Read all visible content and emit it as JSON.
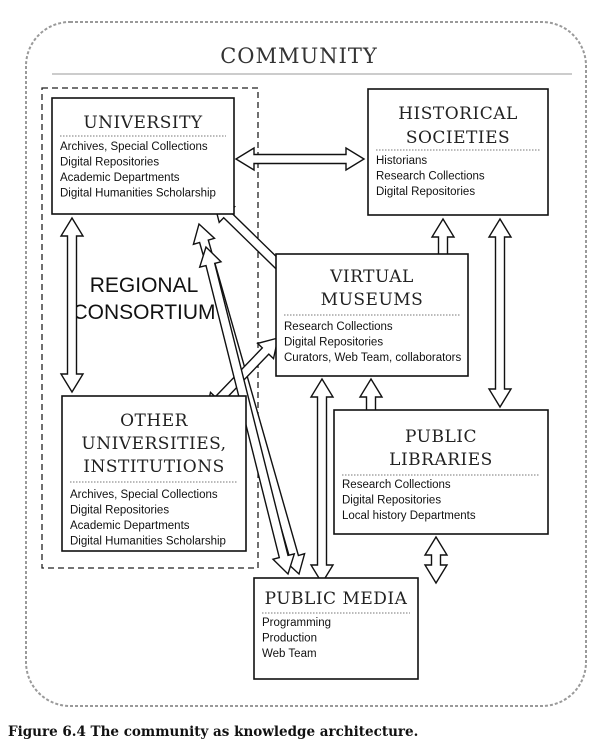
{
  "community": {
    "title": "COMMUNITY"
  },
  "consortium": {
    "line1": "REGIONAL",
    "line2": "CONSORTIUM"
  },
  "nodes": {
    "university": {
      "title": [
        "UNIVERSITY"
      ],
      "items": [
        "Archives, Special Collections",
        "Digital Repositories",
        "Academic Departments",
        "Digital Humanities Scholarship"
      ]
    },
    "historical": {
      "title": [
        "HISTORICAL",
        "SOCIETIES"
      ],
      "items": [
        "Historians",
        "Research Collections",
        "Digital Repositories"
      ]
    },
    "virtual": {
      "title": [
        "VIRTUAL",
        "MUSEUMS"
      ],
      "items": [
        "Research Collections",
        "Digital Repositories",
        "Curators, Web Team, collaborators"
      ]
    },
    "other": {
      "title": [
        "OTHER",
        "UNIVERSITIES,",
        "INSTITUTIONS"
      ],
      "items": [
        "Archives, Special Collections",
        "Digital Repositories",
        "Academic Departments",
        "Digital Humanities Scholarship"
      ]
    },
    "libraries": {
      "title": [
        "PUBLIC",
        "LIBRARIES"
      ],
      "items": [
        "Research Collections",
        "Digital Repositories",
        "Local history Departments"
      ]
    },
    "media": {
      "title": [
        "PUBLIC MEDIA"
      ],
      "items": [
        "Programming",
        "Production",
        "Web Team"
      ]
    }
  },
  "edges": [
    {
      "from": "university",
      "to": "historical"
    },
    {
      "from": "university",
      "to": "other"
    },
    {
      "from": "university",
      "to": "virtual"
    },
    {
      "from": "university",
      "to": "media"
    },
    {
      "from": "historical",
      "to": "virtual"
    },
    {
      "from": "historical",
      "to": "libraries"
    },
    {
      "from": "virtual",
      "to": "other"
    },
    {
      "from": "virtual",
      "to": "libraries"
    },
    {
      "from": "virtual",
      "to": "media"
    },
    {
      "from": "other",
      "to": "media"
    },
    {
      "from": "libraries",
      "to": "media"
    }
  ],
  "caption": "Figure 6.4  The community as knowledge architecture."
}
